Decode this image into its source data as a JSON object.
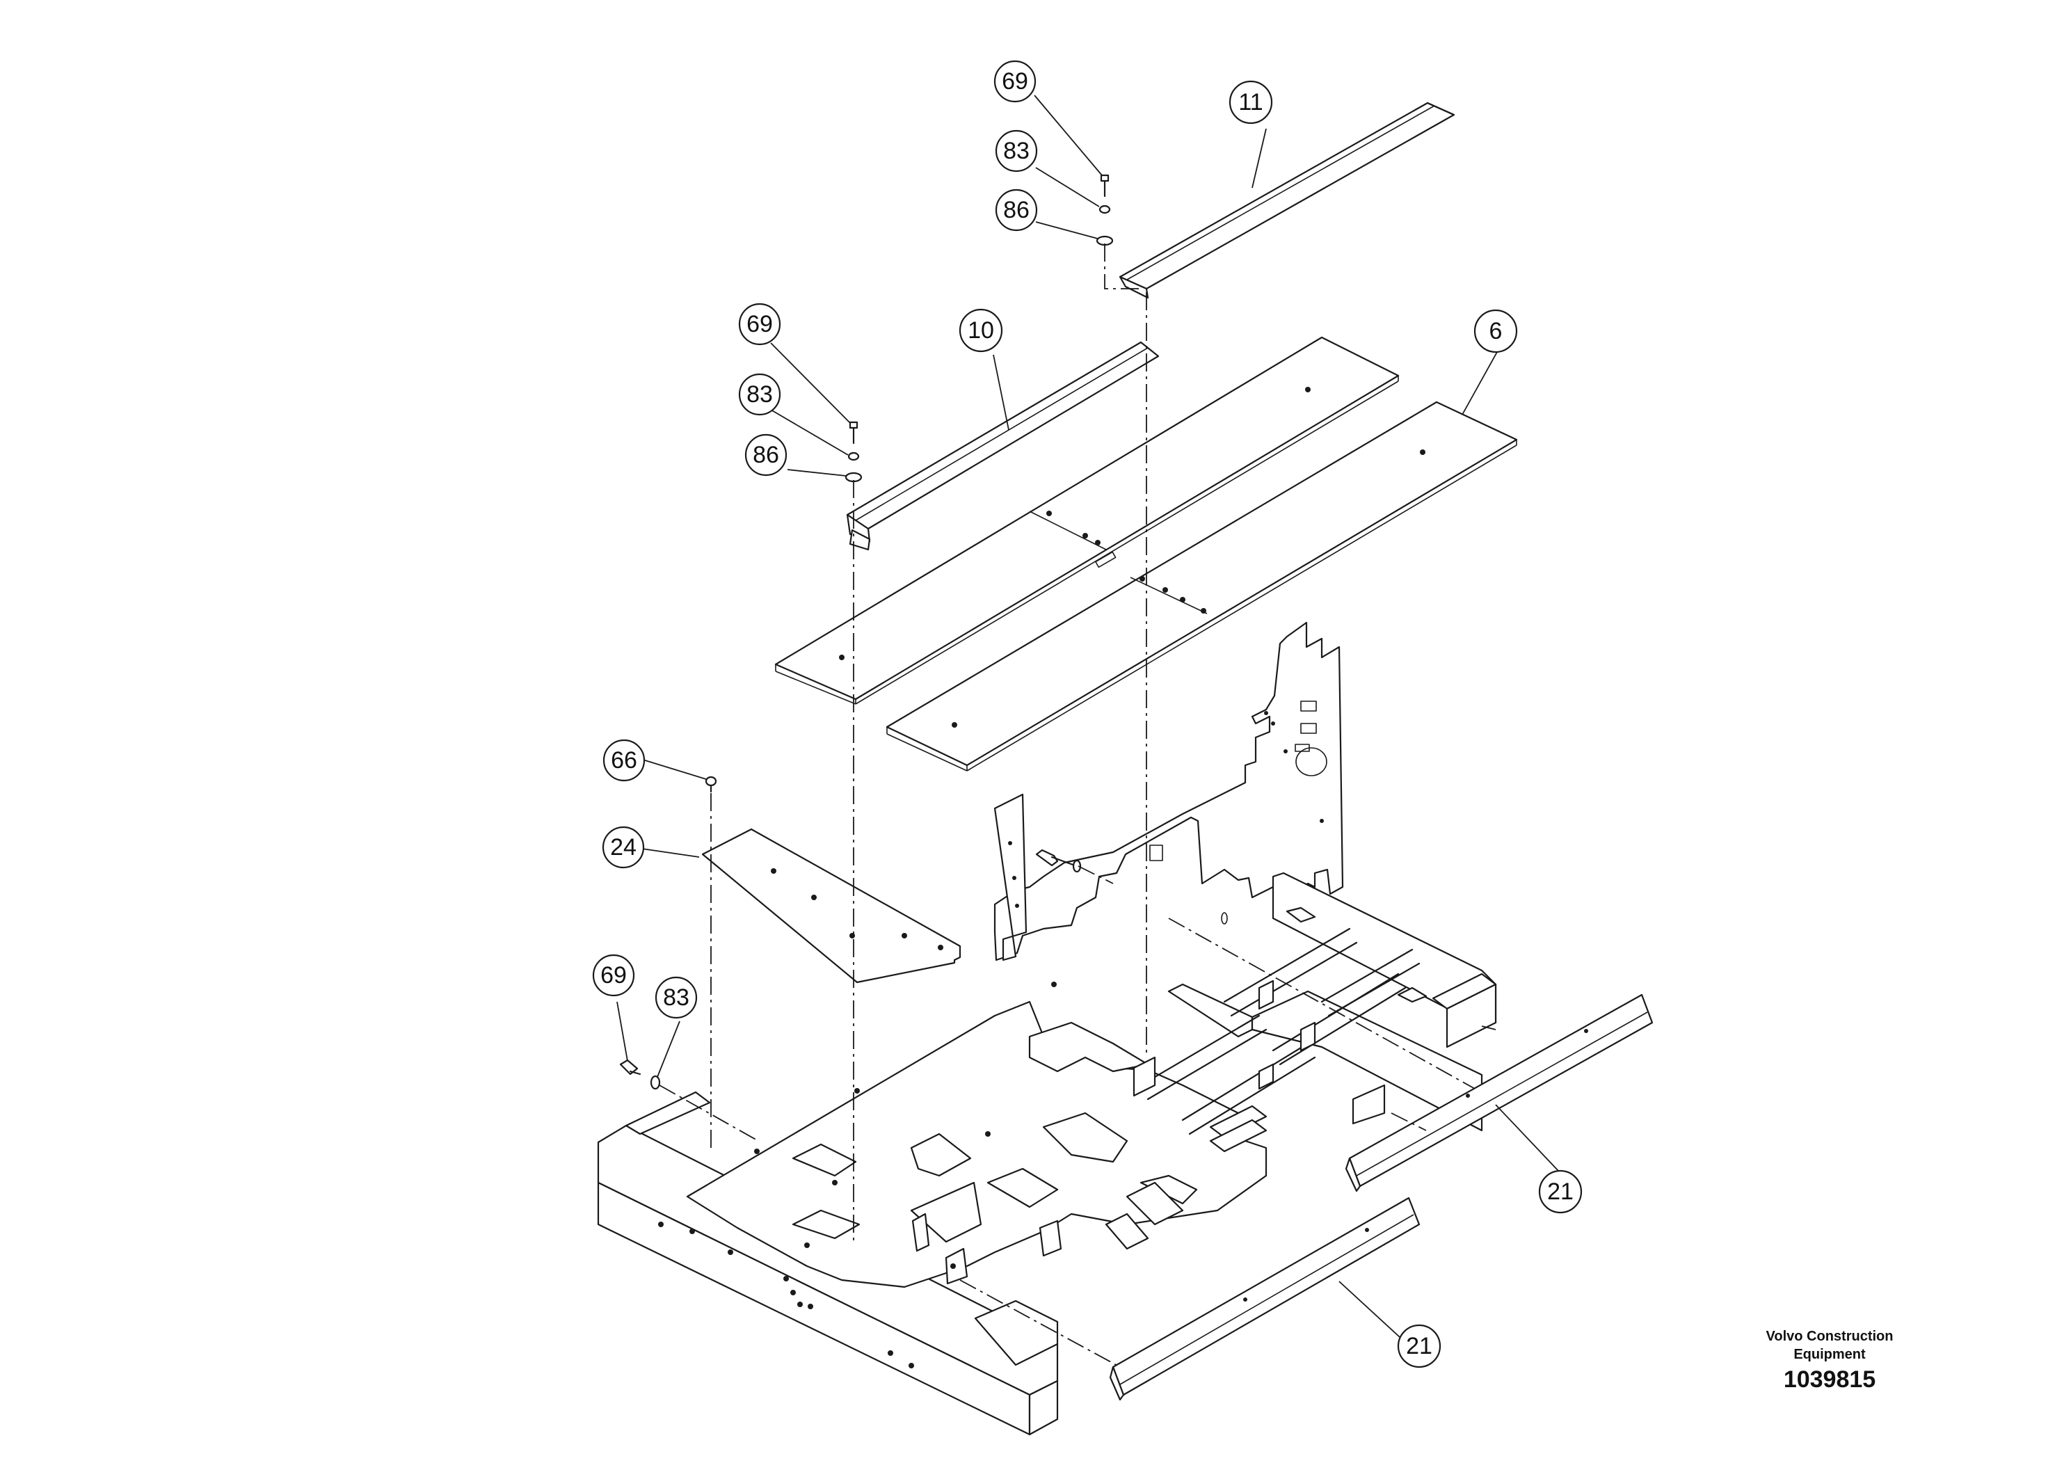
{
  "callouts": [
    {
      "label": "69"
    },
    {
      "label": "83"
    },
    {
      "label": "86"
    },
    {
      "label": "11"
    },
    {
      "label": "69"
    },
    {
      "label": "83"
    },
    {
      "label": "86"
    },
    {
      "label": "10"
    },
    {
      "label": "6"
    },
    {
      "label": "66"
    },
    {
      "label": "24"
    },
    {
      "label": "69"
    },
    {
      "label": "83"
    },
    {
      "label": "21"
    },
    {
      "label": "21"
    }
  ],
  "footer": {
    "brand_line1": "Volvo Construction",
    "brand_line2": "Equipment",
    "document_number": "1039815"
  }
}
